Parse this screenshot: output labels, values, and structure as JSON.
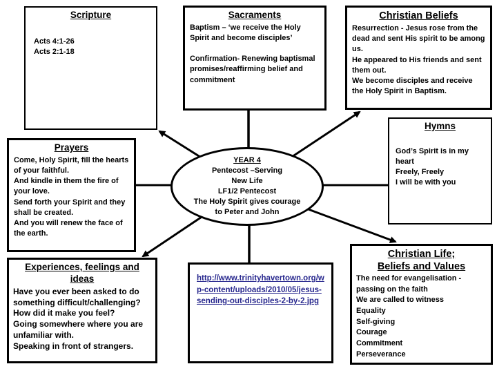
{
  "colors": {
    "line": "#000000",
    "link": "#28288e",
    "background": "#ffffff"
  },
  "center": {
    "title": "YEAR 4",
    "line1": "Pentecost –Serving",
    "line2": "New Life",
    "line3": "LF1/2 Pentecost",
    "line4": "The Holy Spirit gives courage",
    "line5": "to Peter and John"
  },
  "scripture": {
    "title": "Scripture",
    "line1": "Acts 4:1-26",
    "line2": "Acts 2:1-18"
  },
  "sacraments": {
    "title": "Sacraments",
    "para1": "Baptism – ‘we receive the Holy Spirit and become disciples’",
    "para2": "Confirmation- Renewing baptismal promises/reaffirming belief and commitment"
  },
  "christian_beliefs": {
    "title": "Christian Beliefs",
    "para1": "Resurrection - Jesus rose from the dead and sent His spirit to be among us.",
    "para2": "He appeared to His friends and sent them out.",
    "para3": "We become disciples and receive the Holy Spirit in Baptism."
  },
  "hymns": {
    "title": "Hymns",
    "line1": "God’s Spirit is in my heart",
    "line2": "Freely, Freely",
    "line3": "I will be with you"
  },
  "prayers": {
    "title": "Prayers",
    "para1": "Come, Holy Spirit, fill the hearts of your faithful.",
    "para2": "And kindle in them the fire of your love.",
    "para3": "Send forth your Spirit and they shall be created.",
    "para4": "And you will renew the face of the earth."
  },
  "experiences": {
    "title": "Experiences, feelings and ideas",
    "para1": "Have you ever been asked to do something difficult/challenging?",
    "para2": "How did it make you feel?",
    "para3": "Going somewhere where you are unfamiliar with.",
    "para4": "Speaking in front of strangers."
  },
  "link": {
    "url_text": "http://www.trinityhavertown.org/wp-content/uploads/2010/05/jesus-sending-out-disciples-2-by-2.jpg"
  },
  "christian_life": {
    "title1": "Christian Life;",
    "title2": "Beliefs and Values",
    "para1": "The need for evangelisation - passing on the faith",
    "para2": "We are called to witness",
    "para3": "Equality",
    "para4": "Self-giving",
    "para5": "Courage",
    "para6": "Commitment",
    "para7": "Perseverance"
  }
}
